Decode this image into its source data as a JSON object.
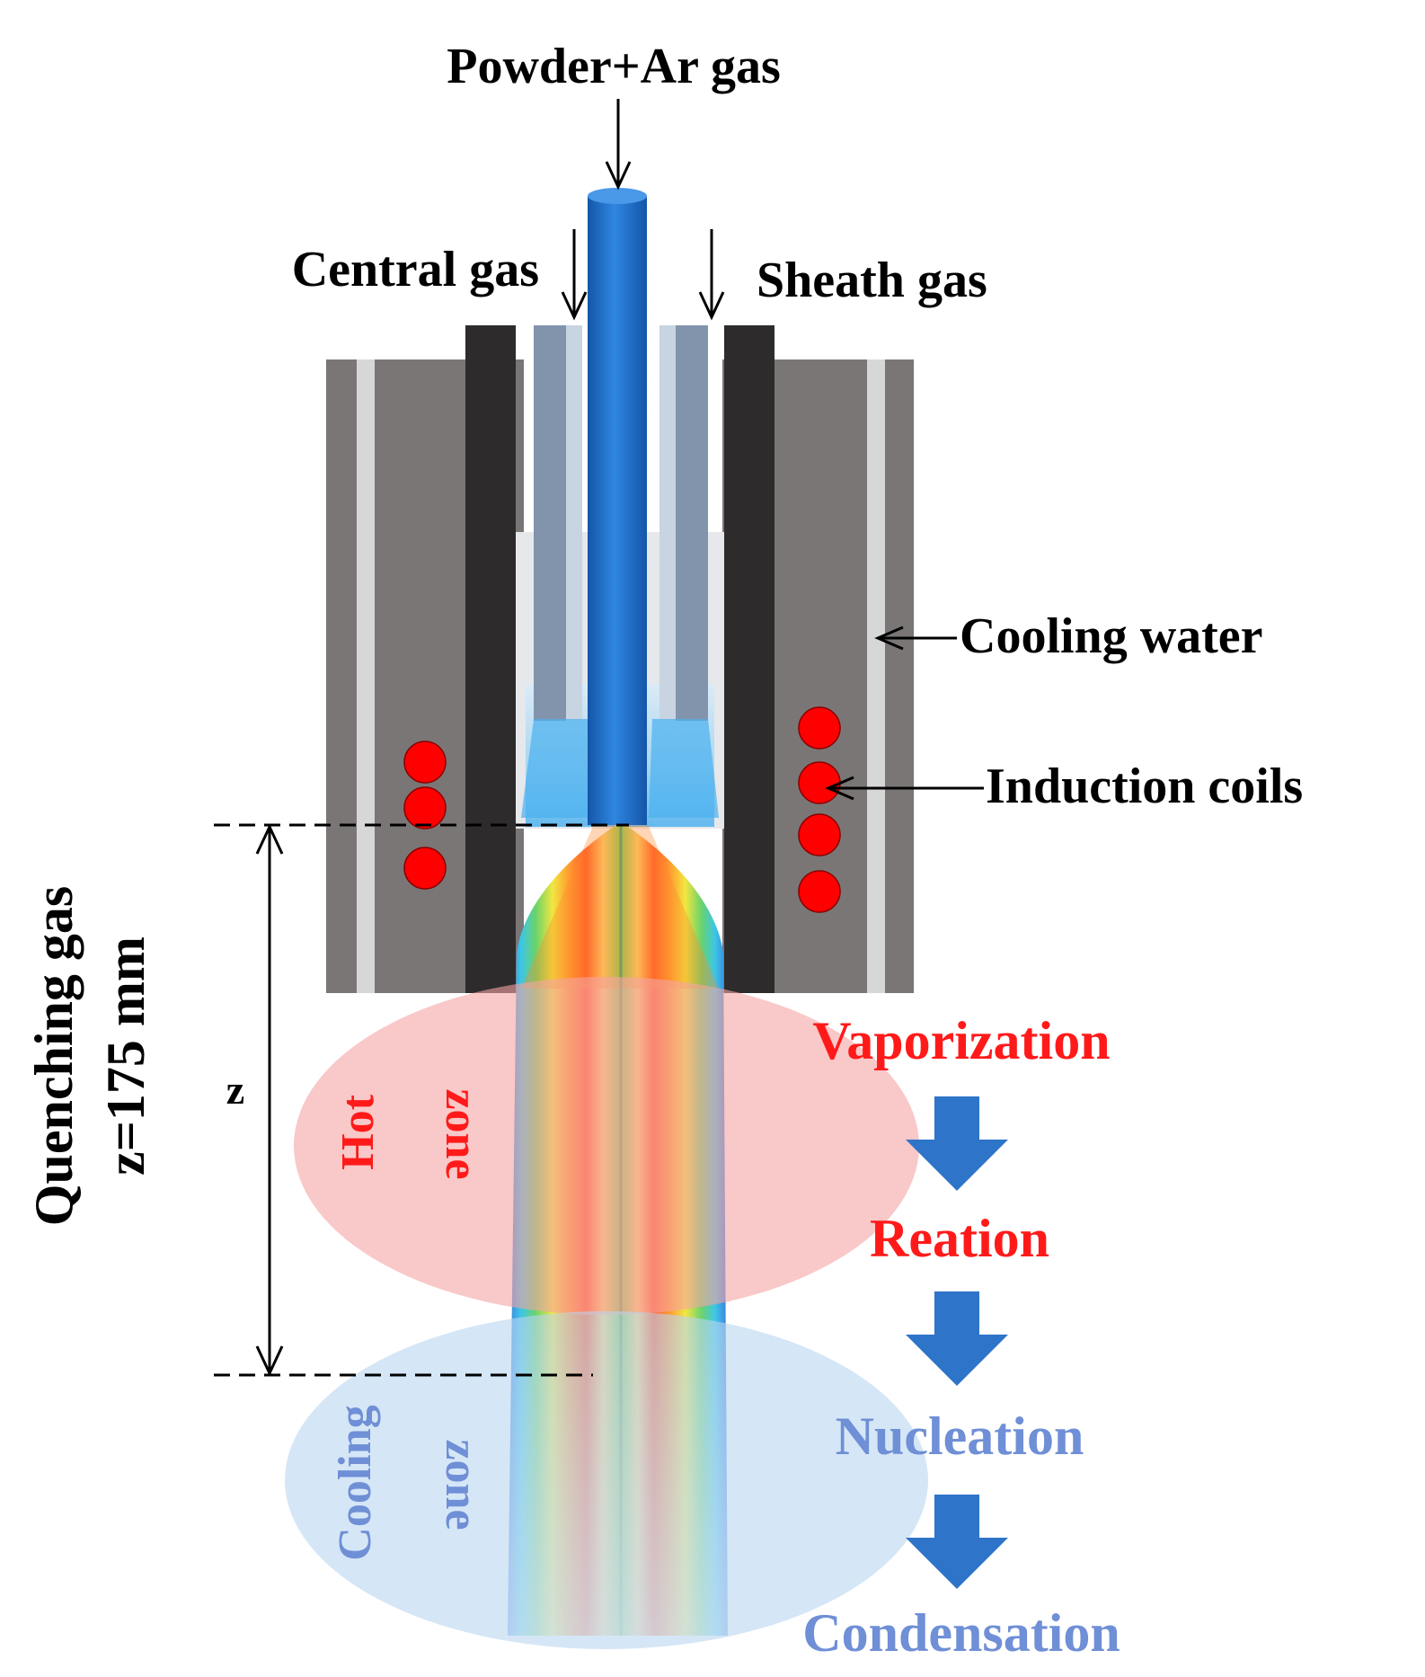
{
  "labels": {
    "powder_feed": "Powder+Ar gas",
    "central_gas": "Central gas",
    "sheath_gas": "Sheath gas",
    "cooling_water": "Cooling water",
    "induction_coils": "Induction coils",
    "quenching_gas_line1": "Quenching gas",
    "quenching_gas_line2": "z=175 mm",
    "z_marker": "z",
    "hot_zone_word1": "Hot",
    "hot_zone_word2": "zone",
    "cooling_zone_word1": "Cooling",
    "cooling_zone_word2": "zone"
  },
  "process_steps": [
    "Vaporization",
    "Reation",
    "Nucleation",
    "Condensation"
  ],
  "colors": {
    "text_black": "#000000",
    "step_red": "#ff1a1a",
    "step_blue": "#6f8fd6",
    "arrow_blue": "#2e74c8",
    "probe_blue": "#1e6fc9",
    "torch_gray": "#7a7676",
    "wall_dark": "#2d2b2b",
    "water_light": "#d7d7d7",
    "coil_red": "#ff0000",
    "hot_zone_fill": "#f5a3a3",
    "cooling_zone_fill": "#b9d5f0"
  }
}
